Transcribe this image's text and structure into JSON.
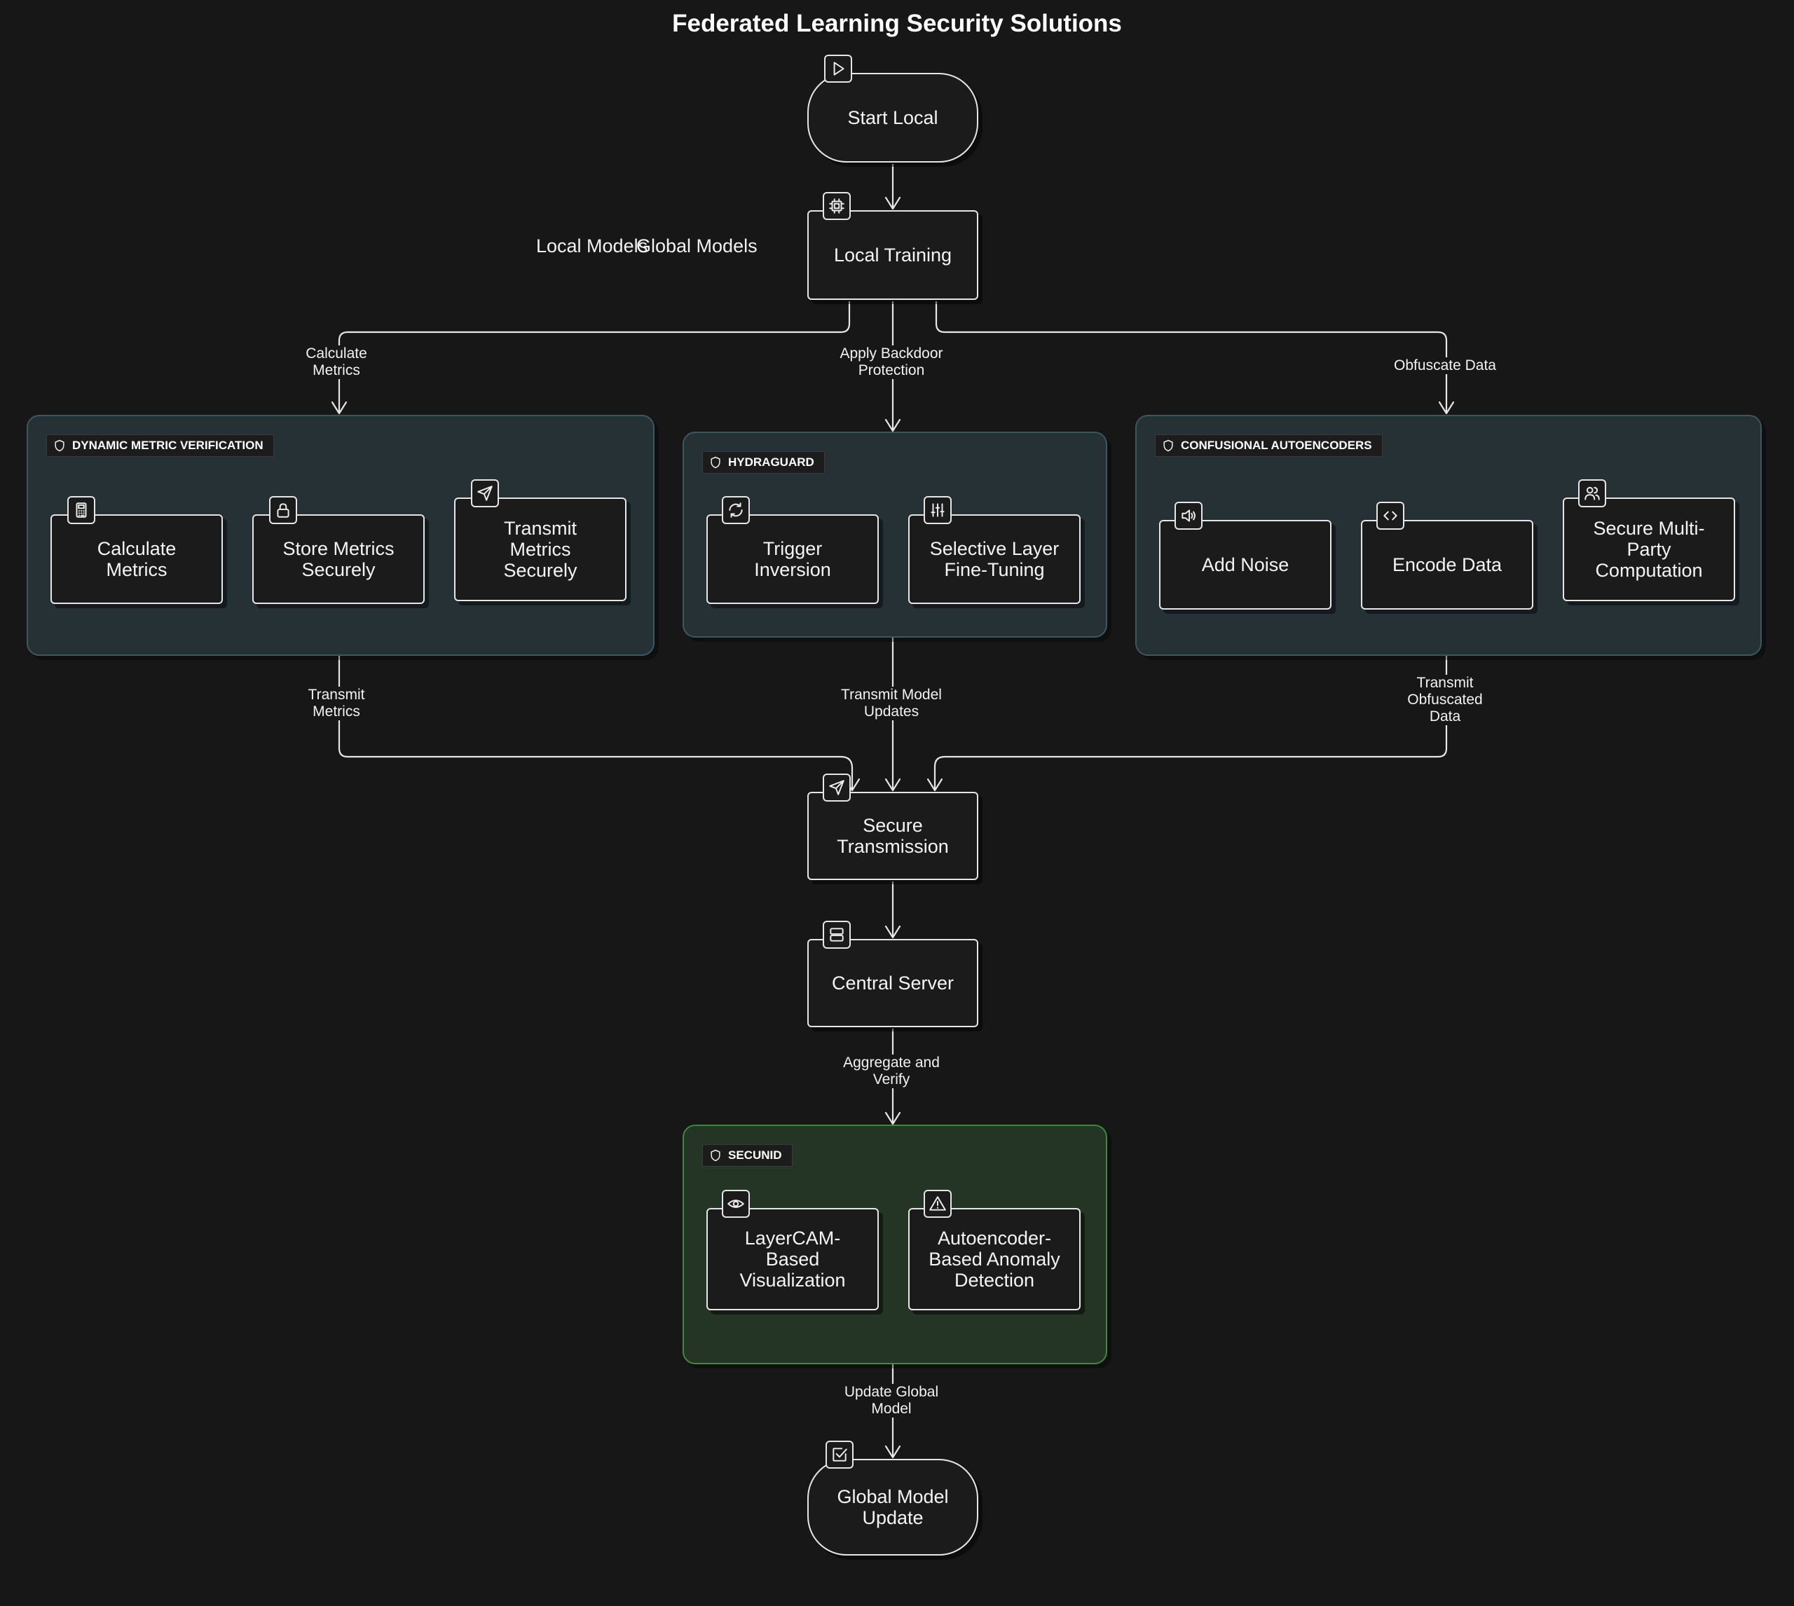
{
  "title": "Federated Learning Security Solutions",
  "colors": {
    "background": "#171717",
    "node_fill": "#1b1b1b",
    "stroke": "#e6e6e6",
    "group_fill": "#253135",
    "group_border": "#3d5861",
    "secunid_fill": "#243425",
    "secunid_border": "#3f8a3a"
  },
  "floating_labels": {
    "local_models": "Local Models",
    "global_models": "Global Models"
  },
  "groups": {
    "dmv": "DYNAMIC METRIC VERIFICATION",
    "hydra": "HYDRAGUARD",
    "confusional": "CONFUSIONAL AUTOENCODERS",
    "secunid": "SECUNID"
  },
  "nodes": {
    "start": {
      "label": "Start Local",
      "icon": "play-icon"
    },
    "training": {
      "label": "Local Training",
      "icon": "cpu-icon"
    },
    "calc_metrics": {
      "label": "Calculate\nMetrics",
      "icon": "calculator-icon"
    },
    "store_metrics": {
      "label": "Store Metrics\nSecurely",
      "icon": "lock-icon"
    },
    "transmit_metrics": {
      "label": "Transmit\nMetrics\nSecurely",
      "icon": "send-icon"
    },
    "trigger": {
      "label": "Trigger\nInversion",
      "icon": "refresh-icon"
    },
    "selective": {
      "label": "Selective Layer\nFine-Tuning",
      "icon": "sliders-icon"
    },
    "noise": {
      "label": "Add Noise",
      "icon": "speaker-icon"
    },
    "encode": {
      "label": "Encode Data",
      "icon": "code-icon"
    },
    "mpc": {
      "label": "Secure Multi-\nParty\nComputation",
      "icon": "users-icon"
    },
    "secure_tx": {
      "label": "Secure\nTransmission",
      "icon": "send-icon"
    },
    "server": {
      "label": "Central Server",
      "icon": "server-icon"
    },
    "layercam": {
      "label": "LayerCAM-\nBased\nVisualization",
      "icon": "eye-icon"
    },
    "anomaly": {
      "label": "Autoencoder-\nBased Anomaly\nDetection",
      "icon": "alert-icon"
    },
    "global_update": {
      "label": "Global Model\nUpdate",
      "icon": "check-square-icon"
    }
  },
  "edges": {
    "calc": "Calculate\nMetrics",
    "backdoor": "Apply Backdoor\nProtection",
    "obfuscate": "Obfuscate Data",
    "transmit_metrics": "Transmit\nMetrics",
    "transmit_updates": "Transmit Model\nUpdates",
    "transmit_obfuscated": "Transmit\nObfuscated\nData",
    "aggregate": "Aggregate and\nVerify",
    "update_global": "Update Global\nModel"
  }
}
